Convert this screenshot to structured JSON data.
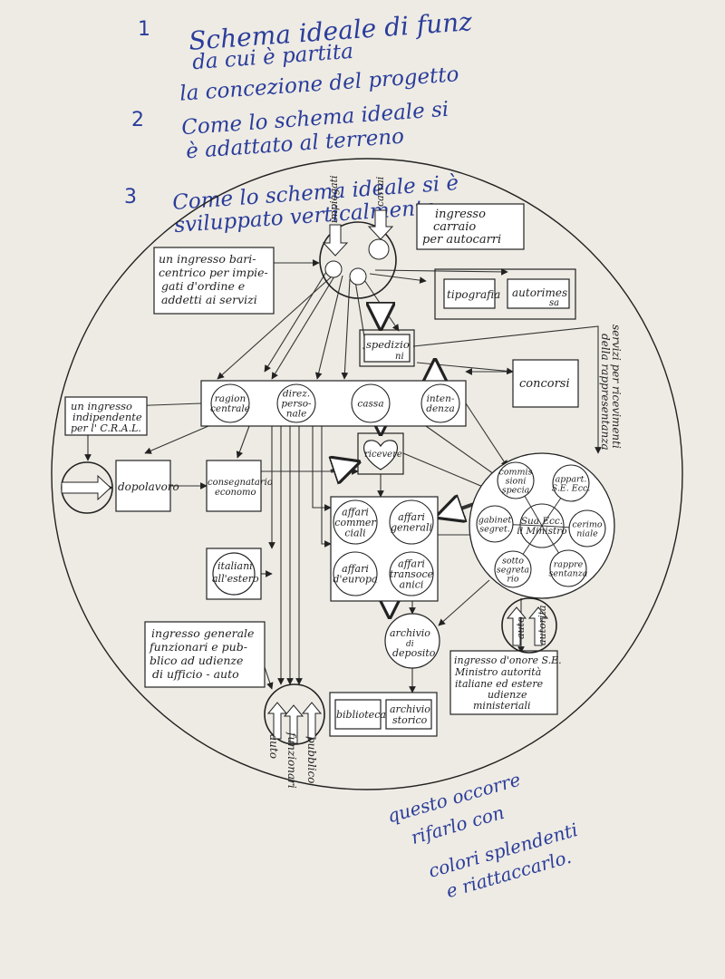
{
  "notes": {
    "items": [
      {
        "num": "1",
        "lines": [
          "Schema ideale di funz",
          "da cui è partita",
          "la concezione del progetto"
        ]
      },
      {
        "num": "2",
        "lines": [
          "Come lo schema ideale si",
          "è adattato al terreno"
        ]
      },
      {
        "num": "3",
        "lines": [
          "Come lo schema ideale si è",
          "sviluppato verticalmente"
        ]
      }
    ],
    "bottom": [
      "questo occorre",
      "rifarlo con",
      "colori splendenti",
      "e riattaccarlo."
    ]
  },
  "diagram": {
    "top_entry": [
      "impiegati",
      "carrai"
    ],
    "boxes": {
      "ingresso_carraio": [
        "ingresso",
        "carraio",
        "per autocarri"
      ],
      "ingresso_baricentrico": [
        "un ingresso bari-",
        "centrico per impie-",
        "gati d'ordine e",
        "addetti ai servizi"
      ],
      "tipografia": "tipografia",
      "autorimessa": [
        "autorimes",
        "sa"
      ],
      "spedizioni": [
        "spedizio",
        "ni"
      ],
      "concorsi": "concorsi",
      "servizi_ricevimenti": [
        "servizi per ricevimenti",
        "della rappresentanza"
      ],
      "ingresso_indipendente": [
        "un ingresso",
        "indipendente",
        "per l' C.R.A.L."
      ],
      "dopolavoro": "dopolavoro",
      "consegnatario": [
        "consegnatario",
        "economo"
      ],
      "ricevere": "ricevere",
      "italiani_estero": [
        "italiani",
        "all'estero"
      ],
      "ingresso_generale": [
        "ingresso generale",
        "funzionari e pub-",
        "blico ad udienze",
        "di ufficio - auto"
      ],
      "biblioteca": "biblioteca",
      "archivio_storico": [
        "archivio",
        "storico"
      ],
      "ingresso_onore": [
        "ingresso d'onore S.E.",
        "Ministro autorità",
        "italiane ed estere",
        "udienze",
        "ministeriali"
      ]
    },
    "bar_circles": [
      [
        "ragion",
        "centrale"
      ],
      [
        "direz.",
        "perso-",
        "nale"
      ],
      [
        "cassa"
      ],
      [
        "inten-",
        "denza"
      ]
    ],
    "affari": [
      [
        "affari",
        "commer",
        "ciali"
      ],
      [
        "affari",
        "generali"
      ],
      [
        "affari",
        "d'europa"
      ],
      [
        "affari",
        "transoce",
        "anici"
      ]
    ],
    "archivio_deposito": [
      "archivio",
      "di",
      "deposito"
    ],
    "minister_center": [
      "Sua Ecc.",
      "il Ministro"
    ],
    "minister_sats": [
      [
        "commis",
        "sioni",
        "specia"
      ],
      [
        "appart.",
        "S.E. Ecc."
      ],
      [
        "cerimo",
        "niale"
      ],
      [
        "rappre",
        "sentanza"
      ],
      [
        "sotto",
        "segreta",
        "rio"
      ],
      [
        "gabinet",
        "segret."
      ]
    ],
    "bottom_entry": [
      "auto",
      "funzionari",
      "pubblico"
    ],
    "right_entry": [
      "auto",
      "autorità"
    ]
  }
}
